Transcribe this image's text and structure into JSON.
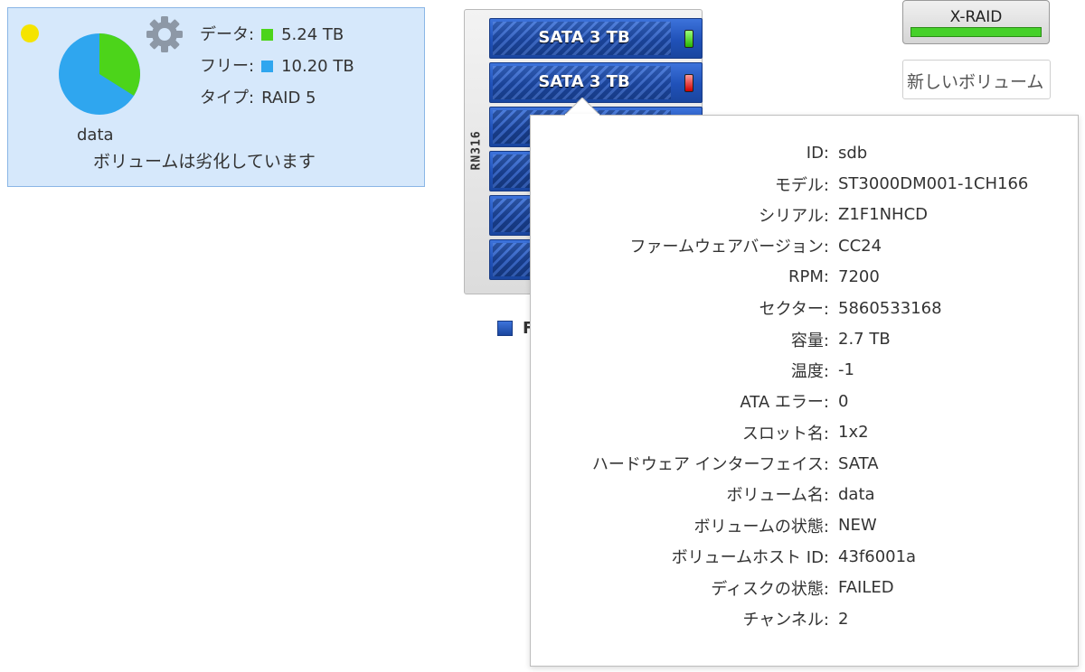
{
  "volume": {
    "name": "data",
    "status_text": "ボリュームは劣化しています",
    "status_dot_color": "#f5e400",
    "legend": [
      {
        "label": "データ:",
        "value": "5.24 TB",
        "color": "#4cd41a"
      },
      {
        "label": "フリー:",
        "value": "10.20 TB",
        "color": "#2fa6ef"
      }
    ],
    "type_label": "タイプ:",
    "type_value": "RAID 5",
    "usage": {
      "data_tb": 5.24,
      "free_tb": 10.2
    }
  },
  "chassis": {
    "model": "RN316",
    "bays": [
      {
        "label": "SATA 3 TB",
        "led": "green"
      },
      {
        "label": "SATA 3 TB",
        "led": "red"
      },
      {
        "label": "",
        "led": "none"
      },
      {
        "label": "",
        "led": "none"
      },
      {
        "label": "",
        "led": "none"
      },
      {
        "label": "",
        "led": "none"
      }
    ],
    "legend_color": "#2a5cc8",
    "legend_letter": "F"
  },
  "controls": {
    "xraid_label": "X-RAID",
    "xraid_status_color": "#46d12a",
    "new_volume_label": "新しいボリューム"
  },
  "disk_info": [
    {
      "key": "ID:",
      "value": "sdb"
    },
    {
      "key": "モデル:",
      "value": "ST3000DM001-1CH166"
    },
    {
      "key": "シリアル:",
      "value": "Z1F1NHCD"
    },
    {
      "key": "ファームウェアバージョン:",
      "value": "CC24"
    },
    {
      "key": "RPM:",
      "value": "7200"
    },
    {
      "key": "セクター:",
      "value": "5860533168"
    },
    {
      "key": "容量:",
      "value": "2.7 TB"
    },
    {
      "key": "温度:",
      "value": "-1"
    },
    {
      "key": "ATA エラー:",
      "value": "0"
    },
    {
      "key": "スロット名:",
      "value": "1x2"
    },
    {
      "key": "ハードウェア インターフェイス:",
      "value": "SATA"
    },
    {
      "key": "ボリューム名:",
      "value": "data"
    },
    {
      "key": "ボリュームの状態:",
      "value": "NEW"
    },
    {
      "key": "ボリュームホスト ID:",
      "value": "43f6001a"
    },
    {
      "key": "ディスクの状態:",
      "value": "FAILED"
    },
    {
      "key": "チャンネル:",
      "value": "2"
    }
  ]
}
